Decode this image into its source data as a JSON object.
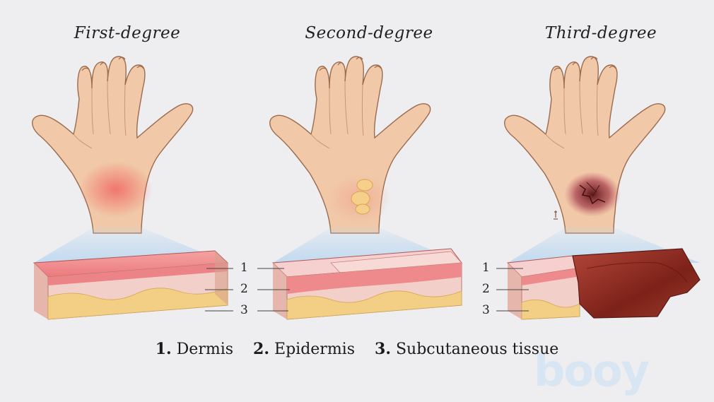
{
  "panels": [
    {
      "heading": "First-degree",
      "labels": [
        "1",
        "2",
        "3"
      ]
    },
    {
      "heading": "Second-degree",
      "labels": [
        "1",
        "2",
        "3"
      ]
    },
    {
      "heading": "Third-degree",
      "labels": [
        "1",
        "2",
        "3"
      ]
    }
  ],
  "legend": {
    "items": [
      {
        "num": "1.",
        "text": "Dermis"
      },
      {
        "num": "2.",
        "text": "Epidermis"
      },
      {
        "num": "3.",
        "text": "Subcutaneous tissue"
      }
    ]
  },
  "watermark": "booy",
  "colors": {
    "background": "#eeeef0",
    "skin": "#f1c9a8",
    "burn_red": "#ee6b6b",
    "dermis": "#f08f90",
    "epidermis": "#f3cbc3",
    "fat": "#f2cf84",
    "eschar": "#8e2c23"
  }
}
